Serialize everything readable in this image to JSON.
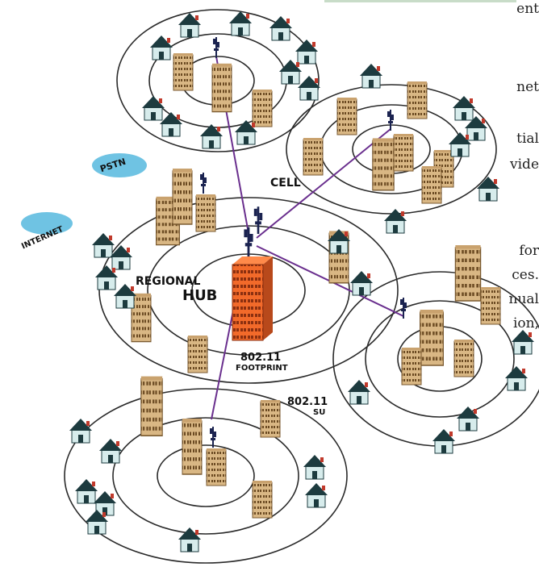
{
  "left_text_fragments": [
    "ent",
    "net",
    "tial",
    "vide",
    "for",
    "ces.",
    "nual",
    "ion,"
  ],
  "labels": {
    "pstn": "PSTN",
    "internet": "INTERNET",
    "cell": "CELL",
    "regional": "REGIONAL",
    "hub": "HUB",
    "footprint_top": "802.11",
    "footprint_bottom": "FOOTPRINT",
    "su_top": "802.11",
    "su_bottom": "SU"
  },
  "colors": {
    "ring": "#2a2a2a",
    "link": "#6a2f8e",
    "cloud": "#6fc3e3",
    "hub": "#f26a2a",
    "building": "#d8b786",
    "house_roof": "#1d3b3f",
    "house_wall": "#d8ecec"
  }
}
